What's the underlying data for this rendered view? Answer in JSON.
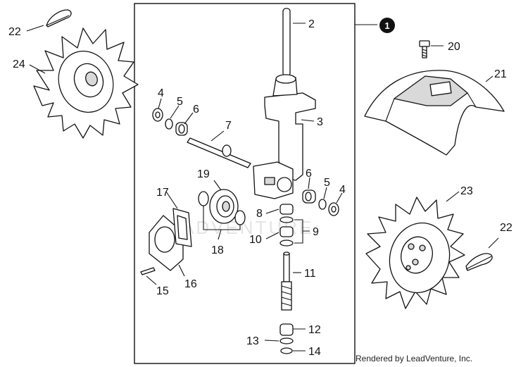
{
  "callouts": {
    "c1": "1",
    "c2": "2",
    "c3": "3",
    "c4a": "4",
    "c4b": "4",
    "c5a": "5",
    "c5b": "5",
    "c6a": "6",
    "c6b": "6",
    "c7": "7",
    "c8": "8",
    "c9": "9",
    "c10": "10",
    "c11": "11",
    "c12": "12",
    "c13": "13",
    "c14": "14",
    "c15": "15",
    "c16": "16",
    "c17": "17",
    "c18": "18",
    "c19": "19",
    "c20": "20",
    "c21": "21",
    "c22a": "22",
    "c22b": "22",
    "c23": "23",
    "c24": "24"
  },
  "watermark": "ADVENTURE",
  "credit": "Rendered by LeadVenture, Inc."
}
